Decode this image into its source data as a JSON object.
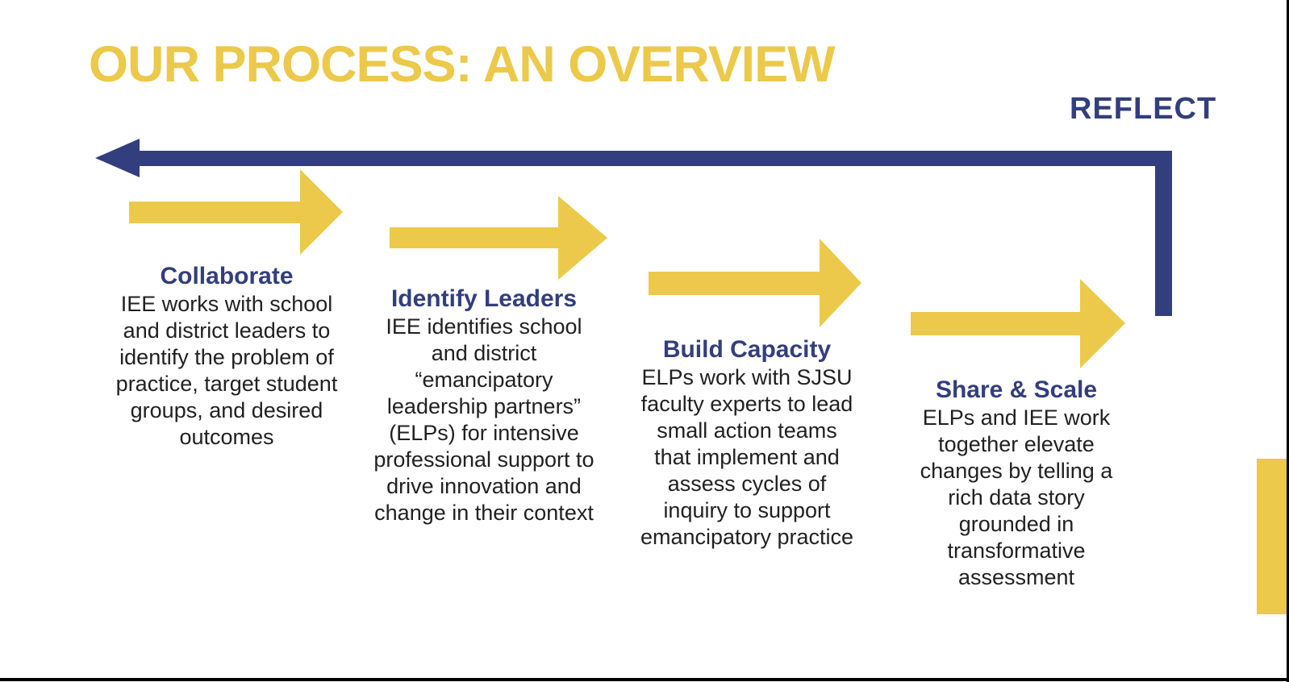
{
  "slide": {
    "title": "OUR PROCESS: AN OVERVIEW",
    "reflect_label": "REFLECT"
  },
  "steps": [
    {
      "heading": "Collaborate",
      "body": "IEE works with school and district leaders to identify the problem of practice, target student groups, and desired outcomes"
    },
    {
      "heading": "Identify Leaders",
      "body": "IEE identifies school and district “emancipatory leadership partners” (ELPs) for intensive professional support to drive innovation and change in their context"
    },
    {
      "heading": "Build Capacity",
      "body": "ELPs work with SJSU faculty experts to lead small action teams that implement and assess cycles of inquiry to support emancipatory practice"
    },
    {
      "heading": "Share & Scale",
      "body": "ELPs and IEE work together elevate changes by telling a rich data story grounded in transformative assessment"
    }
  ],
  "icons": {
    "reflect_arrow": "left-pointing elbow arrow (loop back)",
    "process_arrow": "right-pointing block arrow",
    "accent_bar": "yellow edge accent rectangle"
  },
  "colors": {
    "yellow": "#ecc94b",
    "navy": "#333e7e",
    "body_text": "#212121",
    "background": "#ffffff",
    "edge_border": "#000000"
  }
}
